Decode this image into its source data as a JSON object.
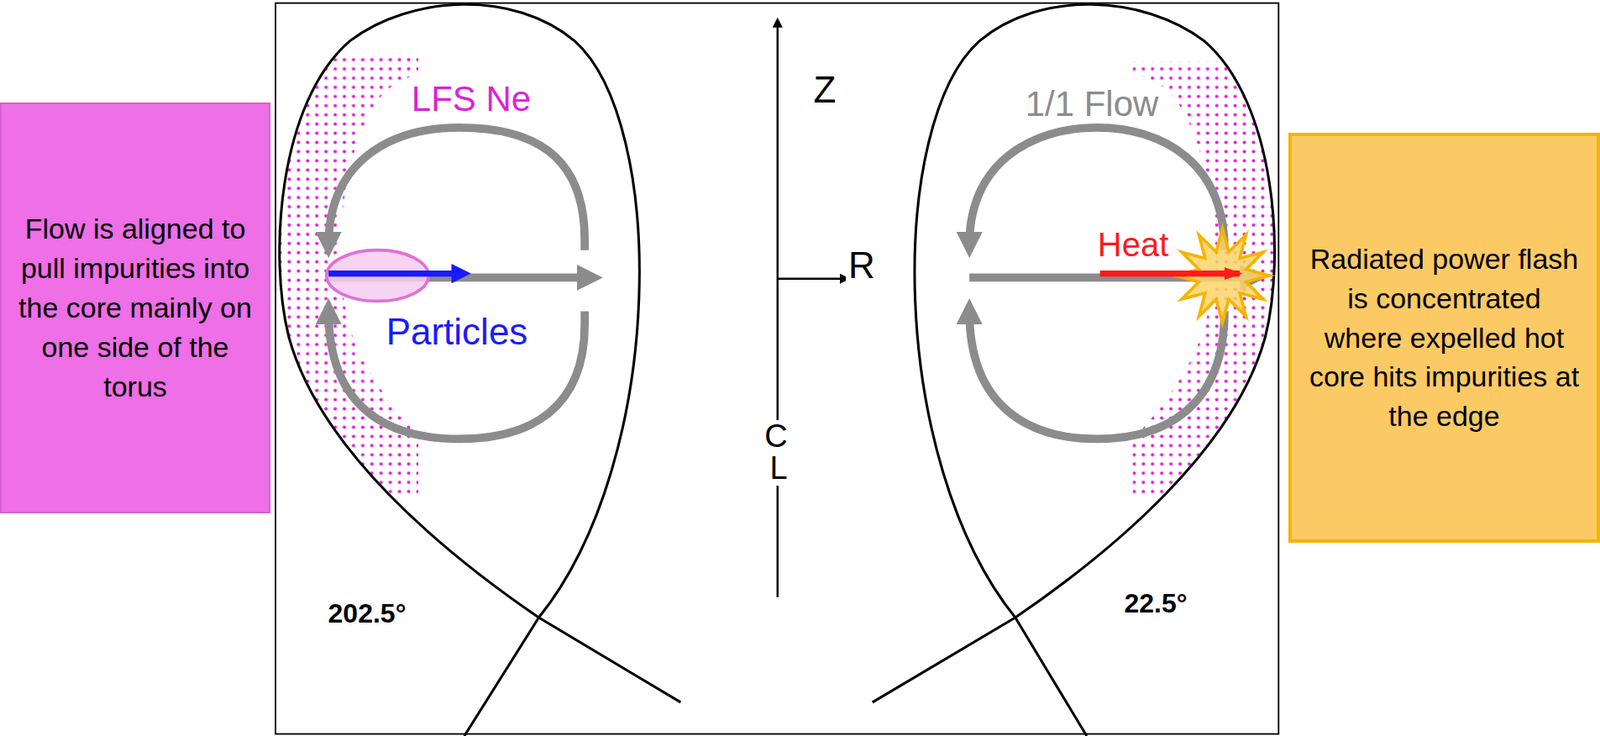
{
  "diagram": {
    "nodes": [
      {
        "text": [
          "Flow is aligned to pull impurities into the core mainly on one side of the torus"
        ]
      },
      {
        "text": [
          "Radiated power flash is concentrated where expelled hot core hits impurities at the edge"
        ]
      }
    ],
    "labels": [
      "LFS Ne",
      "1/1 Flow",
      "Z",
      "R",
      "Heat",
      "Particles",
      "C",
      "L",
      "202.5°",
      "22.5°"
    ]
  }
}
